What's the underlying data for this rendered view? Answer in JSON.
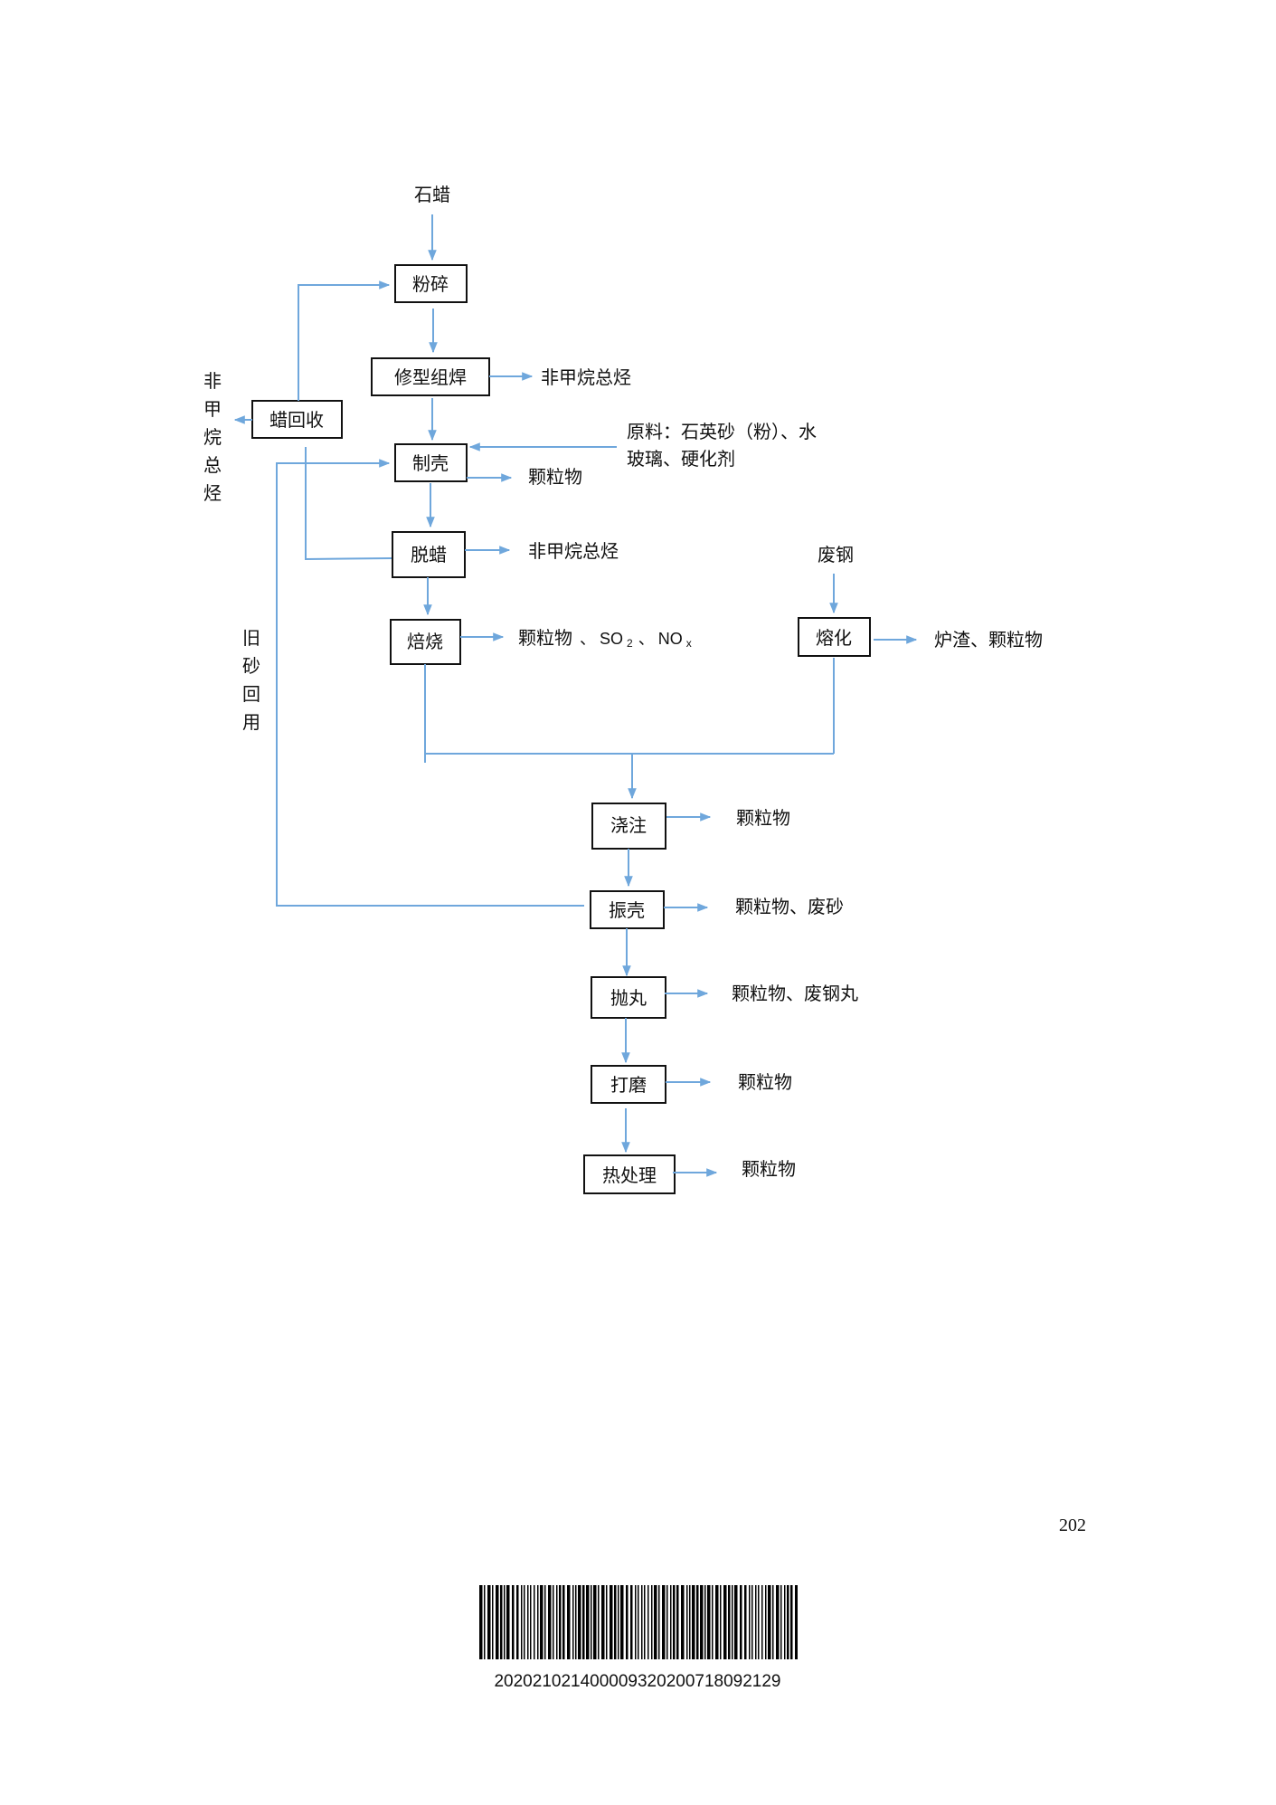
{
  "diagram": {
    "title_input": "石蜡",
    "steel_input": "废钢",
    "shell_materials_line1": "原料：石英砂（粉）、水",
    "shell_materials_line2": "玻璃、硬化剂",
    "wax_recovery_emission": [
      "非",
      "甲",
      "烷",
      "总",
      "烃"
    ],
    "sand_reuse_label": [
      "旧",
      "砂",
      "回",
      "用"
    ],
    "steps": {
      "crush": "粉碎",
      "assemble": "修型组焊",
      "wax_recovery": "蜡回收",
      "shell_making": "制壳",
      "dewax": "脱蜡",
      "roast": "焙烧",
      "melt": "熔化",
      "pour": "浇注",
      "shakeout": "振壳",
      "shot_blast": "抛丸",
      "grind": "打磨",
      "heat_treat": "热处理"
    },
    "emissions": {
      "assemble": "非甲烷总烃",
      "shell_making": "颗粒物",
      "dewax": "非甲烷总烃",
      "roast_main": "颗粒物",
      "roast_sep1": "、",
      "roast_so2": "SO",
      "roast_so2_sub": "2",
      "roast_sep2": "、",
      "roast_nox": "NO",
      "roast_nox_sub": "x",
      "melt": "炉渣、颗粒物",
      "pour": "颗粒物",
      "shakeout": "颗粒物、废砂",
      "shot_blast": "颗粒物、废钢丸",
      "grind": "颗粒物",
      "heat_treat": "颗粒物"
    },
    "colors": {
      "flow_line": "#6fa7dc",
      "box_border": "#111111"
    }
  },
  "page_number": "202",
  "barcode_number": "202021021400009320200718092129"
}
